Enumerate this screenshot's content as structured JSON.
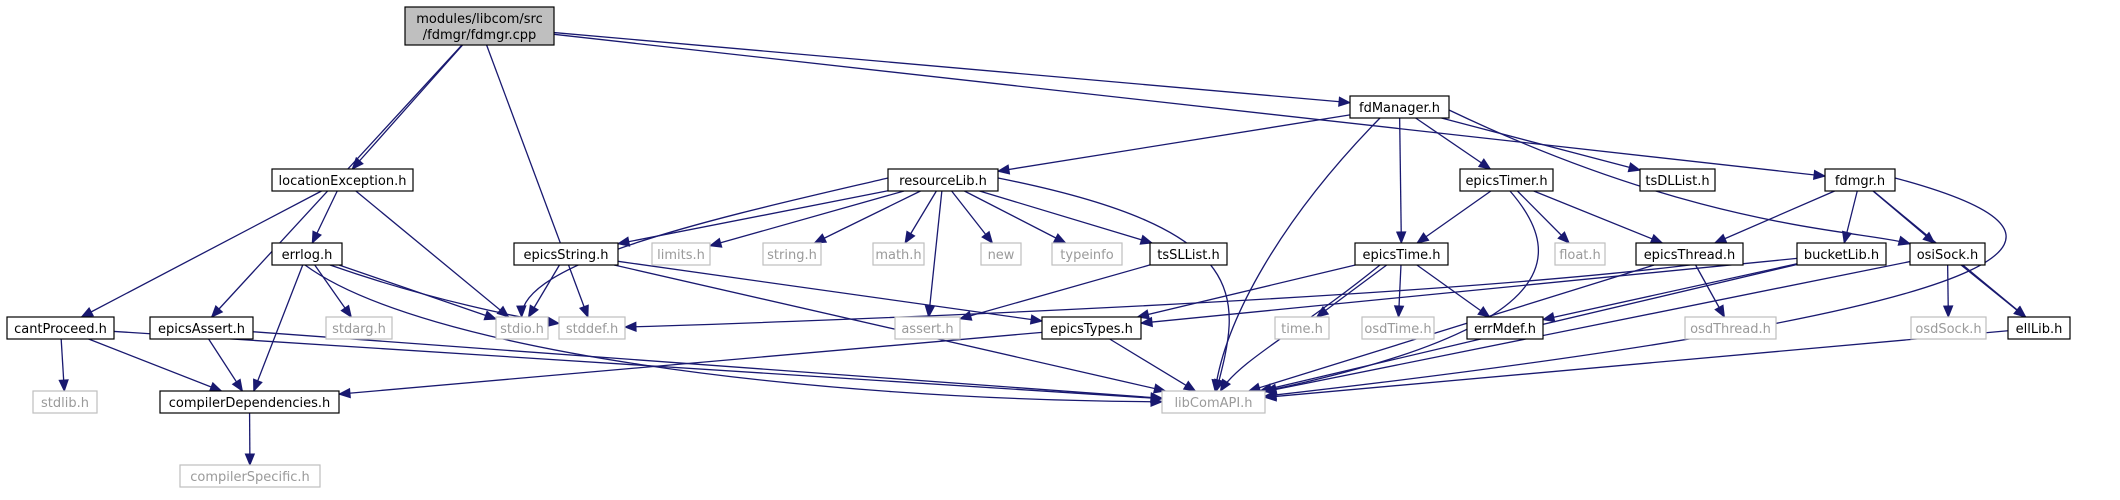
{
  "diagram": {
    "nodes": [
      {
        "id": "root",
        "label": [
          "modules/libcom/src",
          "/fdmgr/fdmgr.cpp"
        ],
        "style": "root"
      },
      {
        "id": "fdManager",
        "label": [
          "fdManager.h"
        ],
        "style": "normal"
      },
      {
        "id": "fdmgr",
        "label": [
          "fdmgr.h"
        ],
        "style": "normal"
      },
      {
        "id": "locationException",
        "label": [
          "locationException.h"
        ],
        "style": "normal"
      },
      {
        "id": "resourceLib",
        "label": [
          "resourceLib.h"
        ],
        "style": "normal"
      },
      {
        "id": "epicsTimer",
        "label": [
          "epicsTimer.h"
        ],
        "style": "normal"
      },
      {
        "id": "tsDLList",
        "label": [
          "tsDLList.h"
        ],
        "style": "normal"
      },
      {
        "id": "errlog",
        "label": [
          "errlog.h"
        ],
        "style": "normal"
      },
      {
        "id": "epicsString",
        "label": [
          "epicsString.h"
        ],
        "style": "normal"
      },
      {
        "id": "limits",
        "label": [
          "limits.h"
        ],
        "style": "muted"
      },
      {
        "id": "string",
        "label": [
          "string.h"
        ],
        "style": "muted"
      },
      {
        "id": "math",
        "label": [
          "math.h"
        ],
        "style": "muted"
      },
      {
        "id": "new",
        "label": [
          "new"
        ],
        "style": "muted"
      },
      {
        "id": "typeinfo",
        "label": [
          "typeinfo"
        ],
        "style": "muted"
      },
      {
        "id": "tsSLList",
        "label": [
          "tsSLList.h"
        ],
        "style": "normal"
      },
      {
        "id": "epicsTime",
        "label": [
          "epicsTime.h"
        ],
        "style": "normal"
      },
      {
        "id": "float",
        "label": [
          "float.h"
        ],
        "style": "muted"
      },
      {
        "id": "epicsThread",
        "label": [
          "epicsThread.h"
        ],
        "style": "normal"
      },
      {
        "id": "bucketLib",
        "label": [
          "bucketLib.h"
        ],
        "style": "normal"
      },
      {
        "id": "osiSock",
        "label": [
          "osiSock.h"
        ],
        "style": "normal"
      },
      {
        "id": "cantProceed",
        "label": [
          "cantProceed.h"
        ],
        "style": "normal"
      },
      {
        "id": "epicsAssert",
        "label": [
          "epicsAssert.h"
        ],
        "style": "normal"
      },
      {
        "id": "stdarg",
        "label": [
          "stdarg.h"
        ],
        "style": "muted"
      },
      {
        "id": "stdio",
        "label": [
          "stdio.h"
        ],
        "style": "muted"
      },
      {
        "id": "stddef",
        "label": [
          "stddef.h"
        ],
        "style": "muted"
      },
      {
        "id": "assert",
        "label": [
          "assert.h"
        ],
        "style": "muted"
      },
      {
        "id": "epicsTypes",
        "label": [
          "epicsTypes.h"
        ],
        "style": "normal"
      },
      {
        "id": "time",
        "label": [
          "time.h"
        ],
        "style": "muted"
      },
      {
        "id": "osdTime",
        "label": [
          "osdTime.h"
        ],
        "style": "muted"
      },
      {
        "id": "errMdef",
        "label": [
          "errMdef.h"
        ],
        "style": "normal"
      },
      {
        "id": "osdThread",
        "label": [
          "osdThread.h"
        ],
        "style": "muted"
      },
      {
        "id": "osdSock",
        "label": [
          "osdSock.h"
        ],
        "style": "muted"
      },
      {
        "id": "ellLib",
        "label": [
          "ellLib.h"
        ],
        "style": "normal"
      },
      {
        "id": "stdlib",
        "label": [
          "stdlib.h"
        ],
        "style": "muted"
      },
      {
        "id": "compilerDependencies",
        "label": [
          "compilerDependencies.h"
        ],
        "style": "normal"
      },
      {
        "id": "libComAPI",
        "label": [
          "libComAPI.h"
        ],
        "style": "muted"
      },
      {
        "id": "compilerSpecific",
        "label": [
          "compilerSpecific.h"
        ],
        "style": "muted"
      }
    ],
    "edges": [
      [
        "root",
        "fdManager"
      ],
      [
        "root",
        "fdmgr"
      ],
      [
        "root",
        "locationException"
      ],
      [
        "root",
        "epicsAssert"
      ],
      [
        "root",
        "stddef"
      ],
      [
        "fdManager",
        "resourceLib"
      ],
      [
        "fdManager",
        "epicsTimer"
      ],
      [
        "fdManager",
        "tsDLList"
      ],
      [
        "fdManager",
        "epicsTime"
      ],
      [
        "fdManager",
        "osiSock"
      ],
      [
        "fdManager",
        "libComAPI"
      ],
      [
        "fdmgr",
        "epicsThread"
      ],
      [
        "fdmgr",
        "bucketLib"
      ],
      [
        "fdmgr",
        "osiSock"
      ],
      [
        "fdmgr",
        "ellLib"
      ],
      [
        "fdmgr",
        "libComAPI"
      ],
      [
        "locationException",
        "errlog"
      ],
      [
        "locationException",
        "cantProceed"
      ],
      [
        "locationException",
        "stdio"
      ],
      [
        "resourceLib",
        "epicsString"
      ],
      [
        "resourceLib",
        "limits"
      ],
      [
        "resourceLib",
        "string"
      ],
      [
        "resourceLib",
        "math"
      ],
      [
        "resourceLib",
        "new"
      ],
      [
        "resourceLib",
        "typeinfo"
      ],
      [
        "resourceLib",
        "tsSLList"
      ],
      [
        "resourceLib",
        "stdio"
      ],
      [
        "resourceLib",
        "assert"
      ],
      [
        "resourceLib",
        "libComAPI"
      ],
      [
        "epicsTimer",
        "epicsTime"
      ],
      [
        "epicsTimer",
        "epicsThread"
      ],
      [
        "epicsTimer",
        "float"
      ],
      [
        "epicsTimer",
        "libComAPI"
      ],
      [
        "errlog",
        "stdarg"
      ],
      [
        "errlog",
        "stdio"
      ],
      [
        "errlog",
        "stddef"
      ],
      [
        "errlog",
        "compilerDependencies"
      ],
      [
        "errlog",
        "libComAPI"
      ],
      [
        "epicsString",
        "stdio"
      ],
      [
        "epicsString",
        "epicsTypes"
      ],
      [
        "epicsString",
        "libComAPI"
      ],
      [
        "tsSLList",
        "assert"
      ],
      [
        "epicsTime",
        "time"
      ],
      [
        "epicsTime",
        "osdTime"
      ],
      [
        "epicsTime",
        "errMdef"
      ],
      [
        "epicsTime",
        "epicsTypes"
      ],
      [
        "epicsTime",
        "libComAPI"
      ],
      [
        "epicsThread",
        "stddef"
      ],
      [
        "epicsThread",
        "osdThread"
      ],
      [
        "epicsThread",
        "libComAPI"
      ],
      [
        "bucketLib",
        "epicsTypes"
      ],
      [
        "bucketLib",
        "errMdef"
      ],
      [
        "bucketLib",
        "libComAPI"
      ],
      [
        "osiSock",
        "osdSock"
      ],
      [
        "osiSock",
        "ellLib"
      ],
      [
        "osiSock",
        "libComAPI"
      ],
      [
        "cantProceed",
        "stdlib"
      ],
      [
        "cantProceed",
        "compilerDependencies"
      ],
      [
        "cantProceed",
        "libComAPI"
      ],
      [
        "epicsAssert",
        "compilerDependencies"
      ],
      [
        "epicsAssert",
        "libComAPI"
      ],
      [
        "epicsTypes",
        "compilerDependencies"
      ],
      [
        "epicsTypes",
        "libComAPI"
      ],
      [
        "ellLib",
        "libComAPI"
      ],
      [
        "compilerDependencies",
        "compilerSpecific"
      ]
    ]
  }
}
